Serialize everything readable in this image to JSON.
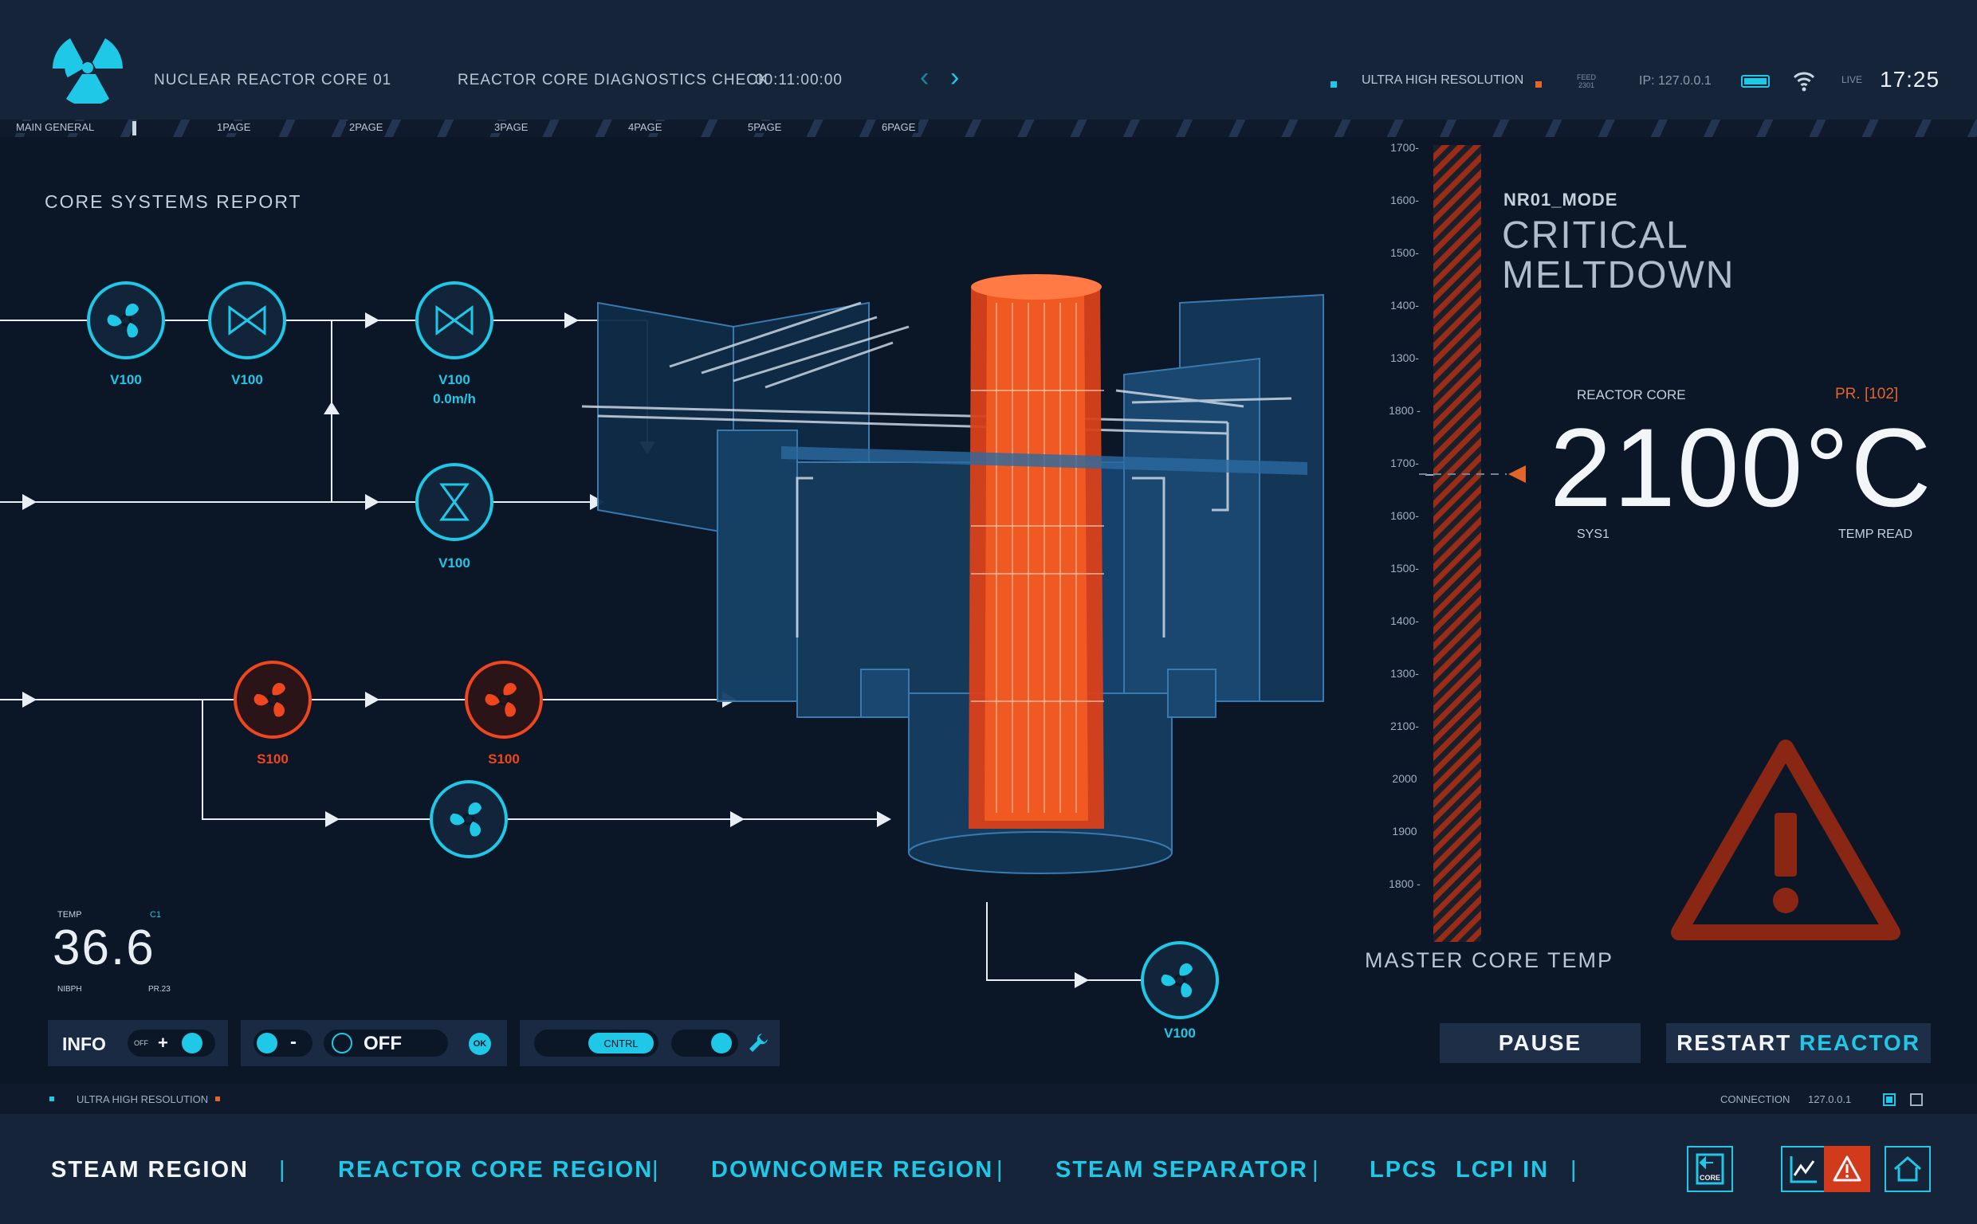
{
  "header": {
    "reactor_name": "NUCLEAR REACTOR CORE 01",
    "check_title": "REACTOR CORE DIAGNOSTICS CHECK",
    "timer": "00:11:00:00",
    "prev_icon": "chevron-left-icon",
    "next_icon": "chevron-right-icon",
    "resolution": "ULTRA HIGH RESOLUTION",
    "feed_line1": "FEED",
    "feed_line2": "2301",
    "ip": "IP: 127.0.0.1",
    "live": "LIVE",
    "clock": "17:25",
    "battery_level": 1.0
  },
  "pages": {
    "main": "MAIN GENERAL",
    "items": [
      "1PAGE",
      "2PAGE",
      "3PAGE",
      "4PAGE",
      "5PAGE",
      "6PAGE"
    ]
  },
  "report": {
    "title": "CORE SYSTEMS REPORT"
  },
  "schematic": {
    "nodes": [
      {
        "label": "V100",
        "sub": "",
        "type": "fan",
        "status": "ok"
      },
      {
        "label": "V100",
        "sub": "",
        "type": "valve",
        "status": "ok"
      },
      {
        "label": "V100",
        "sub": "0.0m/h",
        "type": "valve",
        "status": "ok"
      },
      {
        "label": "V100",
        "sub": "",
        "type": "hourglass-valve",
        "status": "ok"
      },
      {
        "label": "S100",
        "sub": "",
        "type": "fan",
        "status": "alert"
      },
      {
        "label": "S100",
        "sub": "",
        "type": "fan",
        "status": "alert"
      },
      {
        "label": "",
        "sub": "",
        "type": "fan",
        "status": "ok"
      },
      {
        "label": "V100",
        "sub": "",
        "type": "fan",
        "status": "ok"
      }
    ]
  },
  "scale": {
    "ticks": [
      "1700-",
      "1600-",
      "1500-",
      "1400-",
      "1300-",
      "1800 -",
      "1700-",
      "1600-",
      "1500-",
      "1400-",
      "1300-",
      "2100-",
      "2000",
      "1900",
      "1800 -"
    ]
  },
  "status": {
    "mode_label": "NR01_MODE",
    "mode_line1": "CRITICAL",
    "mode_line2": "MELTDOWN",
    "core_label": "REACTOR CORE",
    "pr_label": "PR. [102]",
    "core_temp": "2100°C",
    "sys_label": "SYS1",
    "temp_read_label": "TEMP READ",
    "master_label": "MASTER CORE TEMP"
  },
  "actions": {
    "pause": "PAUSE",
    "restart_1": "RESTART ",
    "restart_2": "REACTOR"
  },
  "readout": {
    "temp_label": "TEMP",
    "channel": "C1",
    "value": "36.6",
    "unit": "NIBPH",
    "pr": "PR.23"
  },
  "controls": {
    "info": "INFO",
    "off_small": "OFF",
    "plus": "+",
    "minus": "-",
    "off": "OFF",
    "ok": "OK",
    "cntrl": "CNTRL"
  },
  "footer_status": {
    "resolution": "ULTRA HIGH RESOLUTION",
    "connection": "CONNECTION",
    "ip": "127.0.0.1"
  },
  "bottom_nav": {
    "items": [
      "STEAM REGION",
      "REACTOR CORE REGION",
      "DOWNCOMER REGION",
      "STEAM SEPARATOR",
      "LPCS",
      "LCPI IN"
    ],
    "separator": "|",
    "core_icon_label": "CORE"
  },
  "colors": {
    "accent": "#1fc8e6",
    "alert": "#f0461e",
    "warning": "#d23a1c",
    "background": "#0b1626",
    "panel": "#16243a"
  }
}
